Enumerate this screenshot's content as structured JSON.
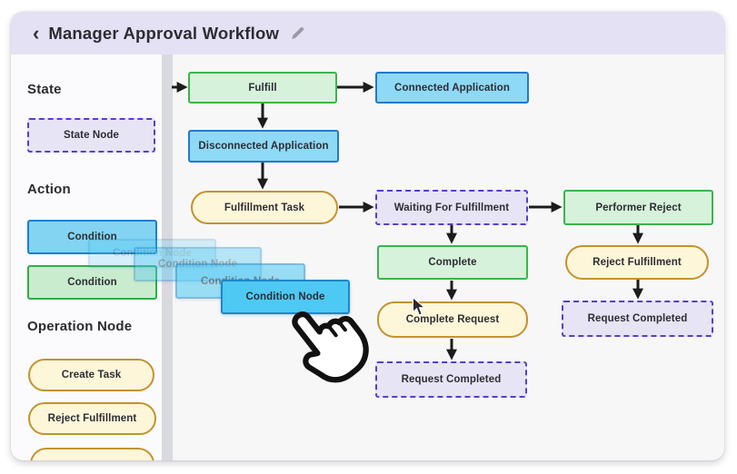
{
  "header": {
    "back_chevron": "‹",
    "title": "Manager Approval Workflow",
    "edit_icon": "pencil"
  },
  "sidebar": {
    "sections": [
      {
        "heading": "State",
        "items": [
          {
            "label": "State Node",
            "type": "state-dashed"
          }
        ]
      },
      {
        "heading": "Action",
        "items": [
          {
            "label": "Condition",
            "type": "condition-blue"
          },
          {
            "label": "Condition",
            "type": "condition-green"
          }
        ]
      },
      {
        "heading": "Operation Node",
        "items": [
          {
            "label": "Create Task",
            "type": "operation-pill"
          },
          {
            "label": "Reject Fulfillment",
            "type": "operation-pill"
          },
          {
            "label": "",
            "type": "operation-pill-partial"
          }
        ]
      }
    ]
  },
  "canvas": {
    "nodes": [
      {
        "label": "Fulfill",
        "type": "action-green"
      },
      {
        "label": "Connected Application",
        "type": "condition-blue"
      },
      {
        "label": "Disconnected Application",
        "type": "condition-blue"
      },
      {
        "label": "Fulfillment Task",
        "type": "operation-pill"
      },
      {
        "label": "Waiting For Fulfillment",
        "type": "state-dashed"
      },
      {
        "label": "Performer Reject",
        "type": "action-green"
      },
      {
        "label": "Complete",
        "type": "action-green"
      },
      {
        "label": "Reject Fulfillment",
        "type": "operation-pill"
      },
      {
        "label": "Complete Request",
        "type": "operation-pill"
      },
      {
        "label": "Request Completed",
        "type": "state-dashed"
      },
      {
        "label": "Request Completed",
        "type": "state-dashed"
      }
    ],
    "drag": {
      "label": "Condition Node"
    }
  },
  "colors": {
    "header_bg": "#e4e1f4",
    "sidebar_bg": "#fbfbfd",
    "canvas_bg": "#f7f7f8",
    "green_fill": "#d6f2da",
    "green_border": "#3cb44b",
    "blue_fill": "#8ed9f6",
    "blue_border": "#2478cc",
    "pill_fill": "#fdf6d9",
    "pill_border": "#c3922f",
    "dashed_fill": "#e6e4f5",
    "dashed_border": "#5b3dc8",
    "drag_fill": "#4ec9f3",
    "arrow": "#1c1c1c"
  }
}
